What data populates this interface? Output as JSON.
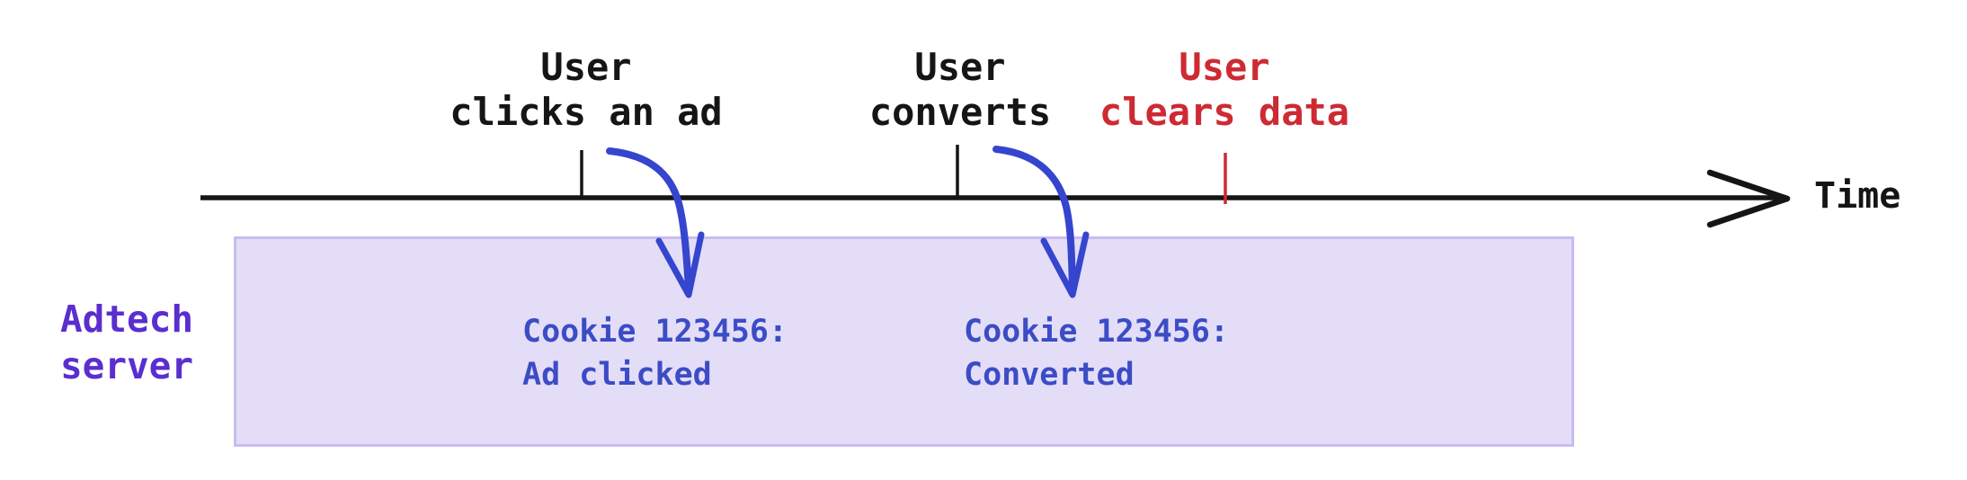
{
  "timeline": {
    "axis_label": "Time",
    "events": [
      {
        "id": "ad-click",
        "label": "User\nclicks an ad",
        "color": "#151515"
      },
      {
        "id": "conversion",
        "label": "User\nconverts",
        "color": "#151515"
      },
      {
        "id": "data-clear",
        "label": "User\nclears data",
        "color": "#ce2a33"
      }
    ]
  },
  "server": {
    "label": "Adtech\nserver",
    "records": [
      {
        "text": "Cookie 123456:\nAd clicked"
      },
      {
        "text": "Cookie 123456:\nConverted"
      }
    ]
  },
  "colors": {
    "axis": "#151515",
    "event_text": "#151515",
    "cleared_event_text": "#ce2a33",
    "arrow_blue": "#3545ce",
    "record_text": "#3b4cc5",
    "server_label_text": "#5a2ecf",
    "box_fill": "#e4ddf7",
    "box_border": "#c9bcf0",
    "background": "#ffffff"
  }
}
